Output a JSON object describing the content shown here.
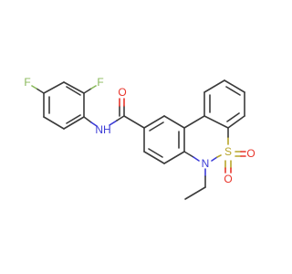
{
  "molecule": {
    "atoms": {
      "f_top": {
        "label": "F",
        "color": "#89b95a"
      },
      "f_left": {
        "label": "F",
        "color": "#89b95a"
      },
      "nh": {
        "label": "NH",
        "color": "#3b3bd6"
      },
      "o_carbonyl": {
        "label": "O",
        "color": "#e8352b"
      },
      "s": {
        "label": "S",
        "color": "#b8a52a"
      },
      "o_s1": {
        "label": "O",
        "color": "#e8352b"
      },
      "o_s2": {
        "label": "O",
        "color": "#e8352b"
      },
      "n_ring": {
        "label": "N",
        "color": "#3b3bd6"
      }
    }
  }
}
